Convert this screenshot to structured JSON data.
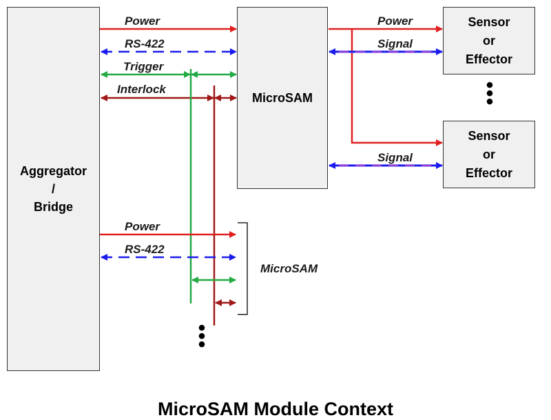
{
  "boxes": {
    "aggregator": [
      "Aggregator",
      "/",
      "Bridge"
    ],
    "microsam": "MicroSAM",
    "sensor_top": [
      "Sensor",
      "or",
      "Effector"
    ],
    "sensor_bottom": [
      "Sensor",
      "or",
      "Effector"
    ]
  },
  "labels": {
    "power_top": "Power",
    "rs422_top": "RS-422",
    "trigger": "Trigger",
    "interlock": "Interlock",
    "power_right": "Power",
    "signal_top": "Signal",
    "signal_bottom": "Signal",
    "power_bottom": "Power",
    "rs422_bottom": "RS-422",
    "microsam_group": "MicroSAM"
  },
  "caption": "MicroSAM Module Context",
  "colors": {
    "power": "#e02020",
    "rs422": "#1a1aee",
    "trigger": "#22aa44",
    "interlock": "#a01818",
    "signal_dash": "#cc44cc"
  }
}
